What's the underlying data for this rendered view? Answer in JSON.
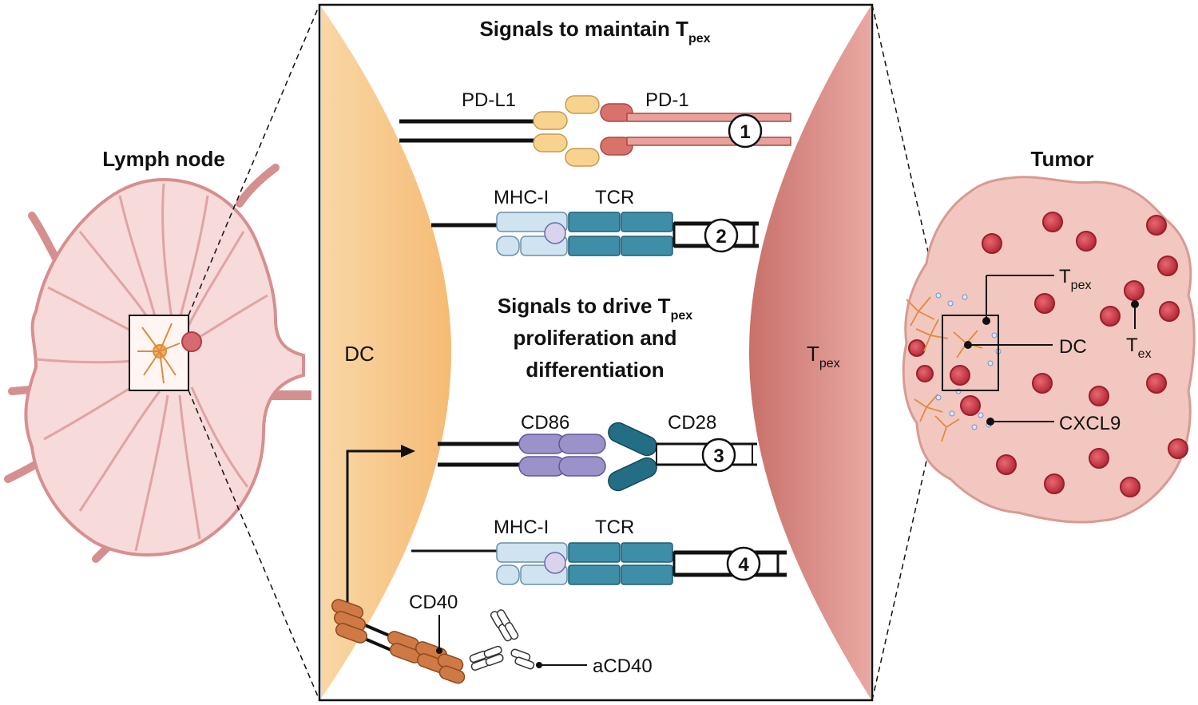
{
  "left_panel": {
    "title": "Lymph node"
  },
  "right_panel": {
    "title": "Tumor",
    "labels": {
      "tpex_main": "T",
      "tpex_sub": "pex",
      "dc": "DC",
      "tex_main": "T",
      "tex_sub": "ex",
      "cxcl9": "CXCL9"
    }
  },
  "center_panel": {
    "header": {
      "main": "Signals to maintain T",
      "sub": "pex"
    },
    "middle_heading": {
      "line1_main": "Signals to drive T",
      "line1_sub": "pex",
      "line2": "proliferation and",
      "line3": "differentiation"
    },
    "dc_label": "DC",
    "tpex_label": {
      "main": "T",
      "sub": "pex"
    },
    "signals": [
      {
        "number": "1",
        "left_receptor": "PD-L1",
        "right_receptor": "PD-1"
      },
      {
        "number": "2",
        "left_receptor": "MHC-I",
        "right_receptor": "TCR"
      },
      {
        "number": "3",
        "left_receptor": "CD86",
        "right_receptor": "CD28"
      },
      {
        "number": "4",
        "left_receptor": "MHC-I",
        "right_receptor": "TCR"
      }
    ],
    "cd40_label": "CD40",
    "acd40_label": "aCD40"
  },
  "colors": {
    "dc_fill": "#f8c98b",
    "tpex_fill": "#d98a80",
    "pdl1": "#f7d38f",
    "pd1": "#d9726a",
    "mhc": "#cfe3f0",
    "tcr": "#3e8ea8",
    "cd86": "#9b92c9",
    "cd28": "#236e84",
    "cd40": "#cf7a45",
    "lymph_fill": "#f7dada",
    "lymph_stroke": "#d68f8f",
    "tumor_fill": "#f2c7c0",
    "tumor_cell": "#c43a47"
  }
}
